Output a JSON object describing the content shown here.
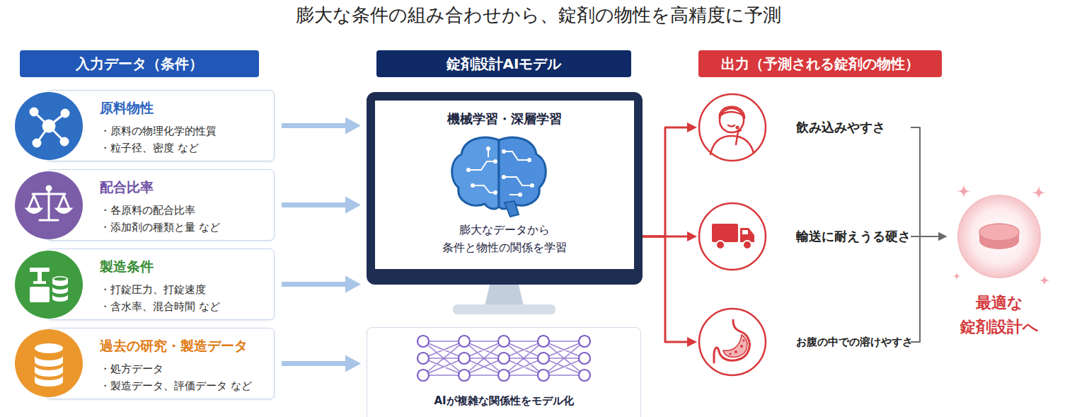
{
  "diagram": {
    "title": "膨大な条件の組み合わせから、錠剤の物性を高精度に予測",
    "nodes": [
      {
        "text": [
          "入力データ（条件）"
        ]
      },
      {
        "text": [
          "錠剤設計AIモデル"
        ]
      },
      {
        "text": [
          "出力（予測される錠剤の物性）"
        ]
      },
      {
        "text": [
          "原料物性",
          "・原料の物理化学的性質",
          "・粒子径、密度 など"
        ]
      },
      {
        "text": [
          "配合比率",
          "・各原料の配合比率",
          "・添加剤の種類と量 など"
        ]
      },
      {
        "text": [
          "製造条件",
          "・打錠圧力、打錠速度",
          "・含水率、混合時間 など"
        ]
      },
      {
        "text": [
          "過去の研究・製造データ",
          "・処方データ",
          "・製造データ、評価データ など"
        ]
      },
      {
        "text": [
          "機械学習・深層学習",
          "膨大なデータから 条件と物性の関係を学習"
        ]
      },
      {
        "text": [
          "AIが複雑な関係性をモデル化"
        ]
      },
      {
        "text": [
          "飲み込みやすさ"
        ]
      },
      {
        "text": [
          "輸送に耐えうる硬さ"
        ]
      },
      {
        "text": [
          "お腹の中での溶けやすさ"
        ]
      },
      {
        "text": [
          "最適な 錠剤設計へ"
        ]
      }
    ],
    "edges": [
      {
        "from": 3,
        "to": 7,
        "arrow": "to"
      },
      {
        "from": 4,
        "to": 7,
        "arrow": "to"
      },
      {
        "from": 5,
        "to": 7,
        "arrow": "to"
      },
      {
        "from": 6,
        "to": 8,
        "arrow": "to"
      },
      {
        "from": 7,
        "to": 9,
        "arrow": "to"
      },
      {
        "from": 7,
        "to": 10,
        "arrow": "to"
      },
      {
        "from": 7,
        "to": 11,
        "arrow": "to"
      },
      {
        "from": 9,
        "to": 12,
        "arrow": "to"
      },
      {
        "from": 10,
        "to": 12,
        "arrow": "to"
      },
      {
        "from": 11,
        "to": 12,
        "arrow": "to"
      }
    ]
  }
}
